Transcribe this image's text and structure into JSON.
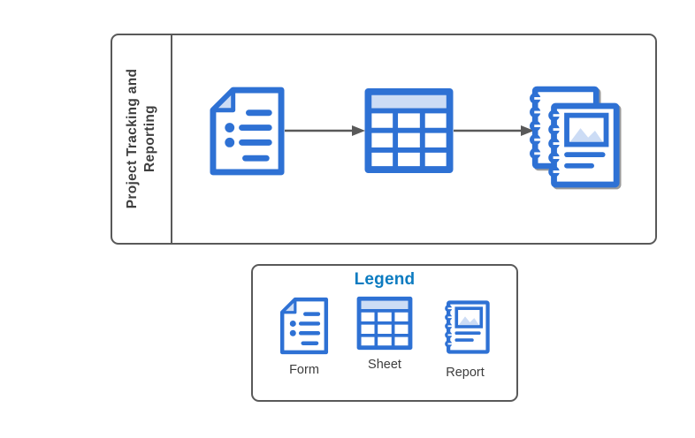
{
  "diagram": {
    "lane": {
      "title": "Project Tracking and Reporting"
    },
    "flow": {
      "nodes": [
        {
          "name": "form",
          "type": "Form"
        },
        {
          "name": "sheet",
          "type": "Sheet"
        },
        {
          "name": "report",
          "type": "Report"
        }
      ],
      "connections": [
        {
          "from": "form",
          "to": "sheet"
        },
        {
          "from": "sheet",
          "to": "report"
        }
      ]
    }
  },
  "legend": {
    "title": "Legend",
    "items": [
      {
        "label": "Form"
      },
      {
        "label": "Sheet"
      },
      {
        "label": "Report"
      }
    ]
  },
  "colors": {
    "icon_stroke_blue": "#2e71d4",
    "icon_fill_light_blue": "#ccdcf5",
    "legend_title_blue": "#0c7bc0",
    "container_border_gray": "#595959",
    "arrow_gray": "#595959",
    "label_text": "#3d3d3d",
    "lane_title_text": "#3f3f3f"
  }
}
